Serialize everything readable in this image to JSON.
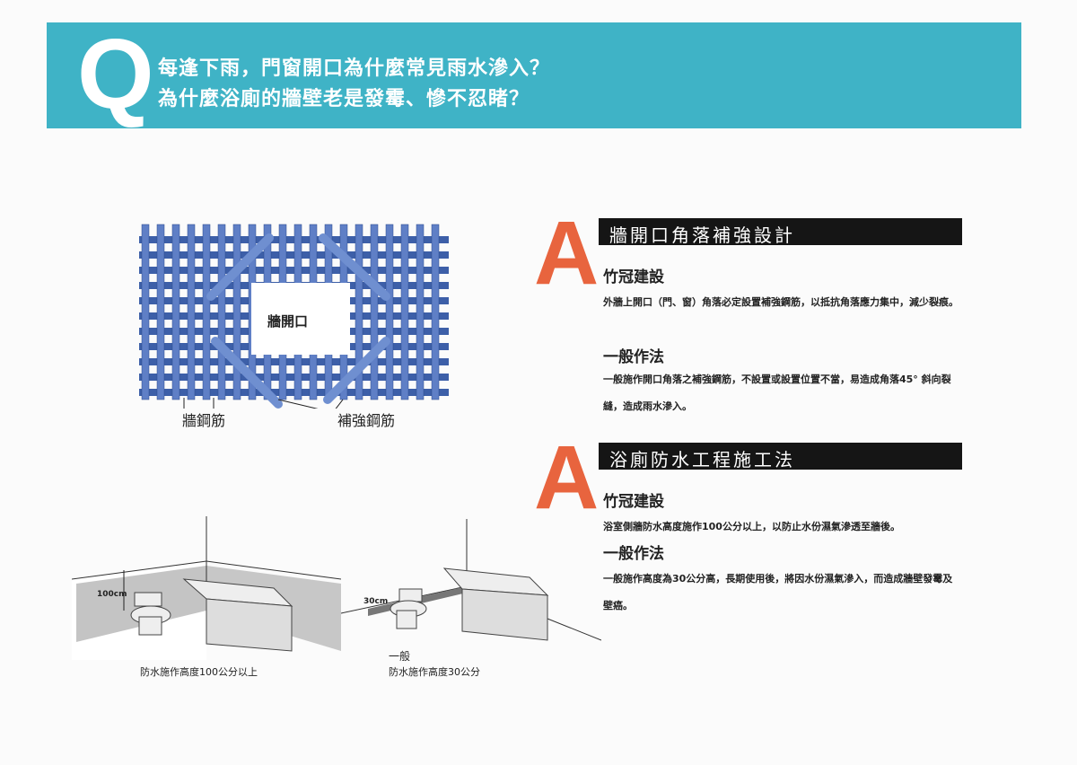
{
  "question": {
    "mark": "Q",
    "line1": "每逢下雨，門窗開口為什麼常見雨水滲入？",
    "line2": "為什麼浴廁的牆壁老是發霉、慘不忍睹？"
  },
  "answers": [
    {
      "mark": "A",
      "title": "牆開口角落補強設計",
      "sub1": "竹冠建設",
      "text1": "外牆上開口（門、窗）角落必定設置補強鋼筋，以抵抗角落應力集中，減少裂痕。",
      "sub2": "一般作法",
      "text2": "一般施作開口角落之補強鋼筋，不設置或設置位置不當，易造成角落45° 斜向裂縫，造成雨水滲入。"
    },
    {
      "mark": "A",
      "title": "浴廁防水工程施工法",
      "sub1": "竹冠建設",
      "text1": "浴室側牆防水高度施作100公分以上，以防止水份濕氣滲透至牆後。",
      "sub2": "一般作法",
      "text2": "一般施作高度為30公分高，長期使用後，將因水份濕氣滲入，而造成牆壁發霉及壁癌。"
    }
  ],
  "rebar_diagram": {
    "opening": "牆開口",
    "wall_rebar": "牆鋼筋",
    "reinforce_rebar": "補強鋼筋"
  },
  "bath_diagrams": {
    "left_height": "100cm",
    "left_caption": "防水施作高度100公分以上",
    "right_height": "30cm",
    "right_caption_1": "一般",
    "right_caption_2": "防水施作高度30公分"
  }
}
